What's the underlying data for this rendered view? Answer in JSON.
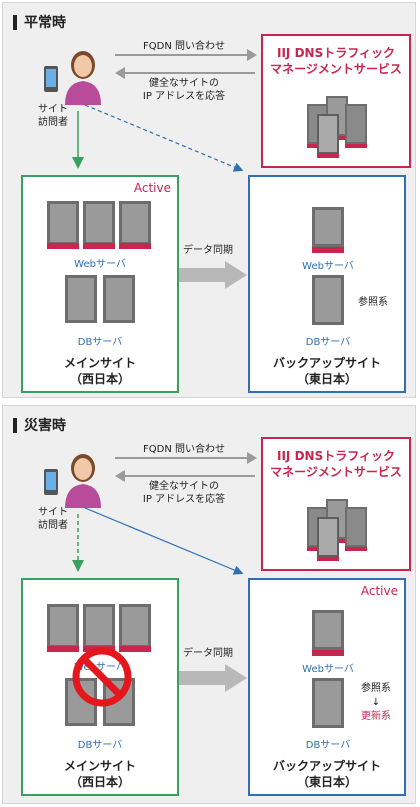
{
  "sections": [
    {
      "title": "平常時",
      "visitor_label_1": "サイト",
      "visitor_label_2": "訪問者",
      "query_label": "FQDN 問い合わせ",
      "answer_label_1": "健全なサイトの",
      "answer_label_2": "IP アドレスを応答",
      "dns_title_1": "IIJ DNSトラフィック",
      "dns_title_2": "マネージメントサービス",
      "main_active": "Active",
      "backup_active": "",
      "main_web_label": "Webサーバ",
      "main_db_label": "DBサーバ",
      "main_name_1": "メインサイト",
      "main_name_2": "（西日本）",
      "sync_label": "データ同期",
      "backup_web_label": "Webサーバ",
      "backup_db_label": "DBサーバ",
      "ref_label": "参照系",
      "ref_arrow": "",
      "update_label": "",
      "backup_name_1": "バックアップサイト",
      "backup_name_2": "（東日本）"
    },
    {
      "title": "災害時",
      "visitor_label_1": "サイト",
      "visitor_label_2": "訪問者",
      "query_label": "FQDN 問い合わせ",
      "answer_label_1": "健全なサイトの",
      "answer_label_2": "IP アドレスを応答",
      "dns_title_1": "IIJ DNSトラフィック",
      "dns_title_2": "マネージメントサービス",
      "main_active": "",
      "backup_active": "Active",
      "main_web_label": "Webサーバ",
      "main_db_label": "DBサーバ",
      "main_name_1": "メインサイト",
      "main_name_2": "（西日本）",
      "sync_label": "データ同期",
      "backup_web_label": "Webサーバ",
      "backup_db_label": "DBサーバ",
      "ref_label": "参照系",
      "ref_arrow": "↓",
      "update_label": "更新系",
      "backup_name_1": "バックアップサイト",
      "backup_name_2": "（東日本）"
    }
  ],
  "colors": {
    "accent_red": "#c8254f",
    "main_green": "#3aa05e",
    "backup_blue": "#2e6fb5"
  }
}
